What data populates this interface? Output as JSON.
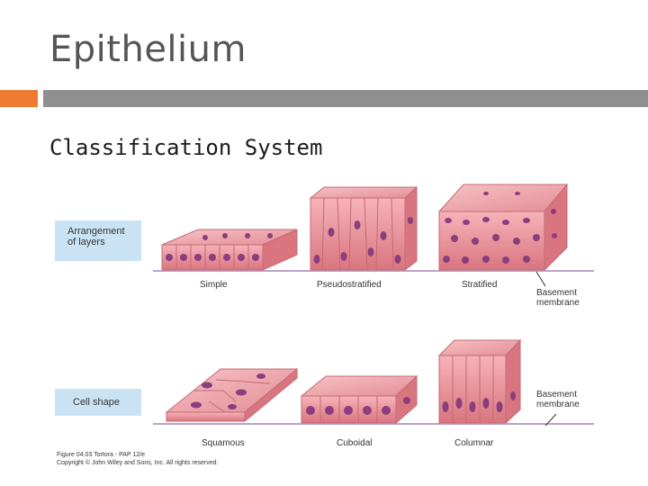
{
  "slide": {
    "title": "Epithelium",
    "subtitle": "Classification System"
  },
  "colors": {
    "accent": "#ee7b32",
    "rule": "#8f8f8f",
    "label_box": "#c9e3f5"
  },
  "figure": {
    "row_layers": {
      "label_line1": "Arrangement",
      "label_line2": "of layers",
      "captions": [
        "Simple",
        "Pseudostratified",
        "Stratified"
      ],
      "basement_line1": "Basement",
      "basement_line2": "membrane"
    },
    "row_shape": {
      "label": "Cell shape",
      "captions": [
        "Squamous",
        "Cuboidal",
        "Columnar"
      ],
      "basement_line1": "Basement",
      "basement_line2": "membrane"
    },
    "credit_line1": "Figure 04.03  Tortora - PAP 12/e",
    "credit_line2": "Copyright © John Wiley and Sons, Inc. All rights reserved."
  }
}
